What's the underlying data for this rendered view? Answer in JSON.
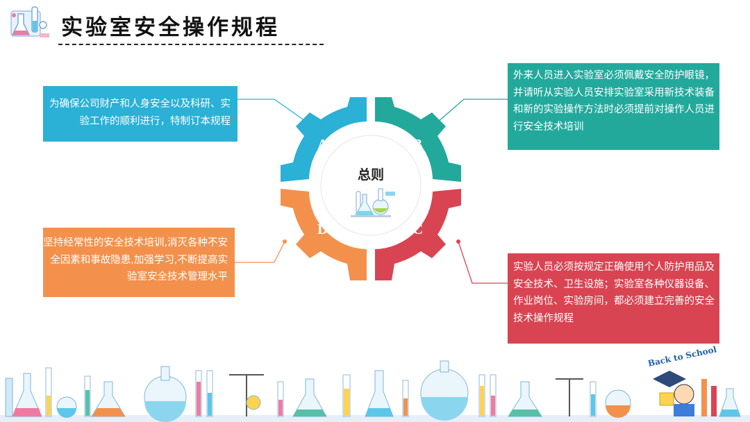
{
  "header": {
    "title": "实验室安全操作规程"
  },
  "gear": {
    "center_label": "总则",
    "letters": {
      "a": "A",
      "b": "B",
      "c": "C",
      "d": "D"
    }
  },
  "boxes": {
    "a": "为确保公司财产和人身安全以及科研、实验工作的顺利进行，特制订本规程",
    "b": "外来人员进入实验室必须佩戴安全防护眼镜，并请听从实验人员安排实验室采用新技术装备和新的实验操作方法时必须提前对操作人员进行安全技术培训",
    "c": "实验人员必须按规定正确使用个人防护用品及安全技术、卫生设施；实验室各种仪器设备、作业岗位、实验房间，都必须建立完善的安全技术操作规程",
    "d": "坚持经常性的安全技术培训,消灭各种不安全因素和事故隐患,加强学习,不断提高实验室安全技术管理水平"
  },
  "decor": {
    "school_badge": "Back to School"
  },
  "colors": {
    "a": "#2BB0D6",
    "b": "#22A99C",
    "c": "#D94452",
    "d": "#F3914C"
  }
}
